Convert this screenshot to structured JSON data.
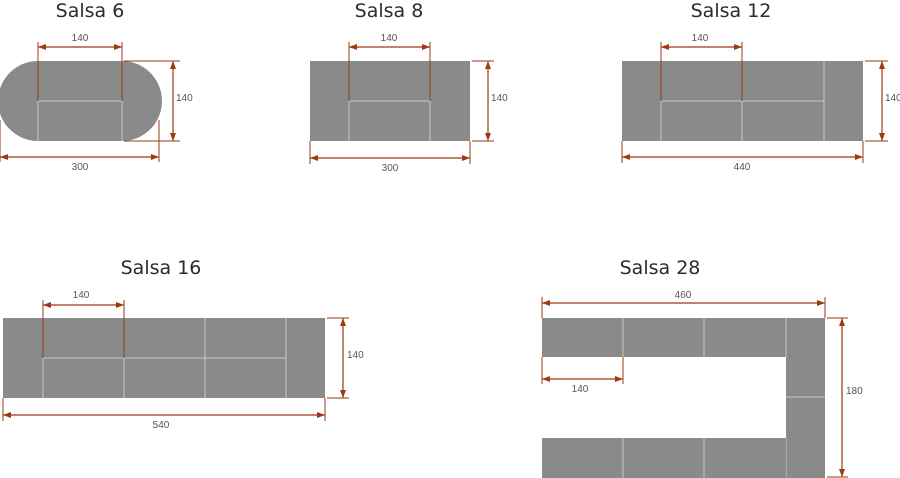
{
  "colors": {
    "table": "#8a8a8a",
    "dimension": "#9b3a12",
    "seam": "#c8c8c8"
  },
  "layouts": [
    {
      "title": "Salsa 6",
      "dims": {
        "module": "140",
        "depth": "140",
        "length": "300"
      }
    },
    {
      "title": "Salsa 8",
      "dims": {
        "module": "140",
        "depth": "140",
        "length": "300"
      }
    },
    {
      "title": "Salsa 12",
      "dims": {
        "module": "140",
        "depth": "140",
        "length": "440"
      }
    },
    {
      "title": "Salsa 16",
      "dims": {
        "module": "140",
        "depth": "140",
        "length": "540"
      }
    },
    {
      "title": "Salsa 28",
      "dims": {
        "module": "140",
        "depth": "180",
        "length": "460"
      }
    }
  ]
}
